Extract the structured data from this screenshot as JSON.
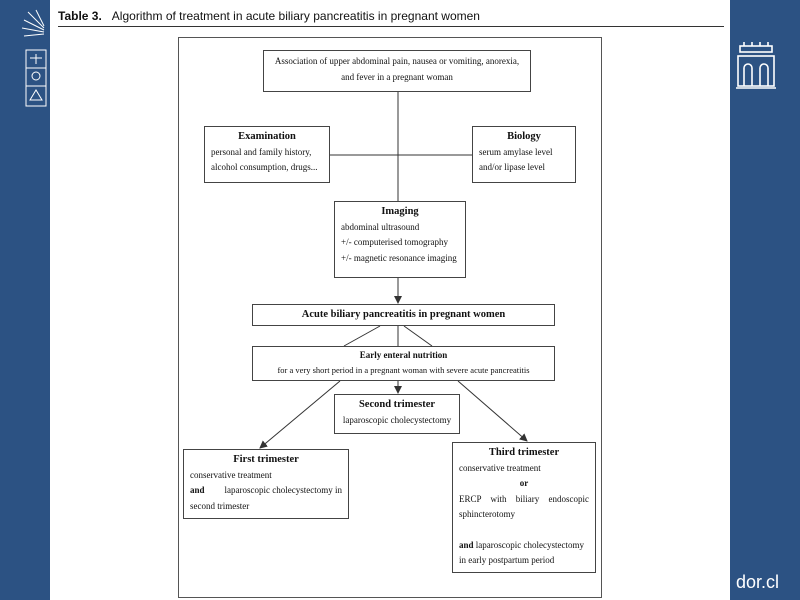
{
  "title": {
    "label": "Table 3.",
    "text": "Algorithm of treatment in acute biliary pancreatitis in pregnant women"
  },
  "boxes": {
    "symptoms": {
      "lines": [
        "Association of upper abdominal pain, nausea or vomiting, anorexia,",
        "and fever in a pregnant woman"
      ]
    },
    "examination": {
      "heading": "Examination",
      "lines": [
        "personal and family history,",
        "alcohol consumption, drugs..."
      ]
    },
    "biology": {
      "heading": "Biology",
      "lines": [
        "serum amylase level",
        "and/or lipase level"
      ]
    },
    "imaging": {
      "heading": "Imaging",
      "lines": [
        "abdominal ultrasound",
        "+/- computerised tomography",
        "+/- magnetic resonance imaging"
      ]
    },
    "diagnosis": {
      "heading": "Acute biliary pancreatitis in pregnant women"
    },
    "nutrition": {
      "heading": "Early enteral nutrition",
      "line": "for a very short period in a pregnant woman with severe acute pancreatitis"
    },
    "second": {
      "heading": "Second trimester",
      "line": "laparoscopic cholecystectomy"
    },
    "first": {
      "heading": "First trimester",
      "line1": "conservative treatment",
      "and": "and",
      "line2": "laparoscopic cholecystectomy in",
      "line3": "second trimester"
    },
    "third": {
      "heading": "Third trimester",
      "line1": "conservative treatment",
      "or": "or",
      "line2": "ERCP with biliary endoscopic",
      "line3": "sphincterotomy",
      "and": "and",
      "line4": "laparoscopic cholecystectomy",
      "line5": "in early postpartum period"
    }
  },
  "footer": {
    "text": "dor.cl"
  },
  "colors": {
    "background": "#2c5283",
    "card": "#ffffff",
    "line": "#333333"
  },
  "icons": {
    "left_logo": "crest-logo-icon",
    "right_logo": "building-logo-icon"
  }
}
